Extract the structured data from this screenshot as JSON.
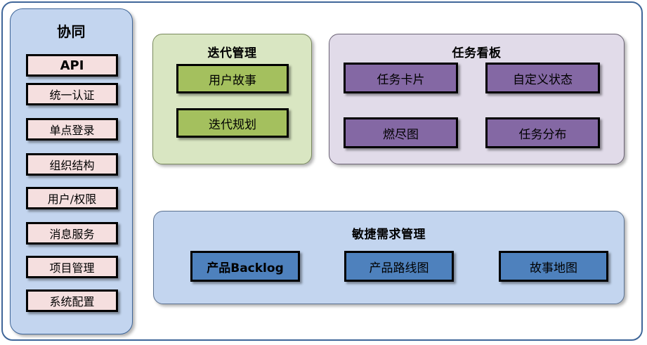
{
  "diagram": {
    "type": "architecture-block-diagram",
    "frame": {
      "border_color": "#3f6699"
    },
    "sidebar": {
      "title": "协同",
      "background": "#c3d5ef",
      "item_color": "#f5dfdf",
      "items": [
        {
          "label": "API",
          "bold": true
        },
        {
          "label": "统一认证",
          "bold": false
        },
        {
          "label": "单点登录",
          "bold": false
        },
        {
          "label": "组织结构",
          "bold": false
        },
        {
          "label": "用户/权限",
          "bold": false
        },
        {
          "label": "消息服务",
          "bold": false
        },
        {
          "label": "项目管理",
          "bold": false
        },
        {
          "label": "系统配置",
          "bold": false
        }
      ]
    },
    "iteration": {
      "title": "迭代管理",
      "background": "#d9e6c2",
      "item_color": "#a4c05e",
      "items": [
        {
          "label": "用户故事"
        },
        {
          "label": "迭代规划"
        }
      ]
    },
    "taskboard": {
      "title": "任务看板",
      "background": "#e1dbe9",
      "item_color": "#8468a4",
      "items": [
        {
          "label": "任务卡片"
        },
        {
          "label": "自定义状态"
        },
        {
          "label": "燃尽图"
        },
        {
          "label": "任务分布"
        }
      ]
    },
    "agile": {
      "title": "敏捷需求管理",
      "background": "#c3d5ef",
      "item_color": "#4e81bd",
      "items": [
        {
          "label": "产品Backlog",
          "bold": true
        },
        {
          "label": "产品路线图",
          "bold": false
        },
        {
          "label": "故事地图",
          "bold": false
        }
      ]
    }
  }
}
